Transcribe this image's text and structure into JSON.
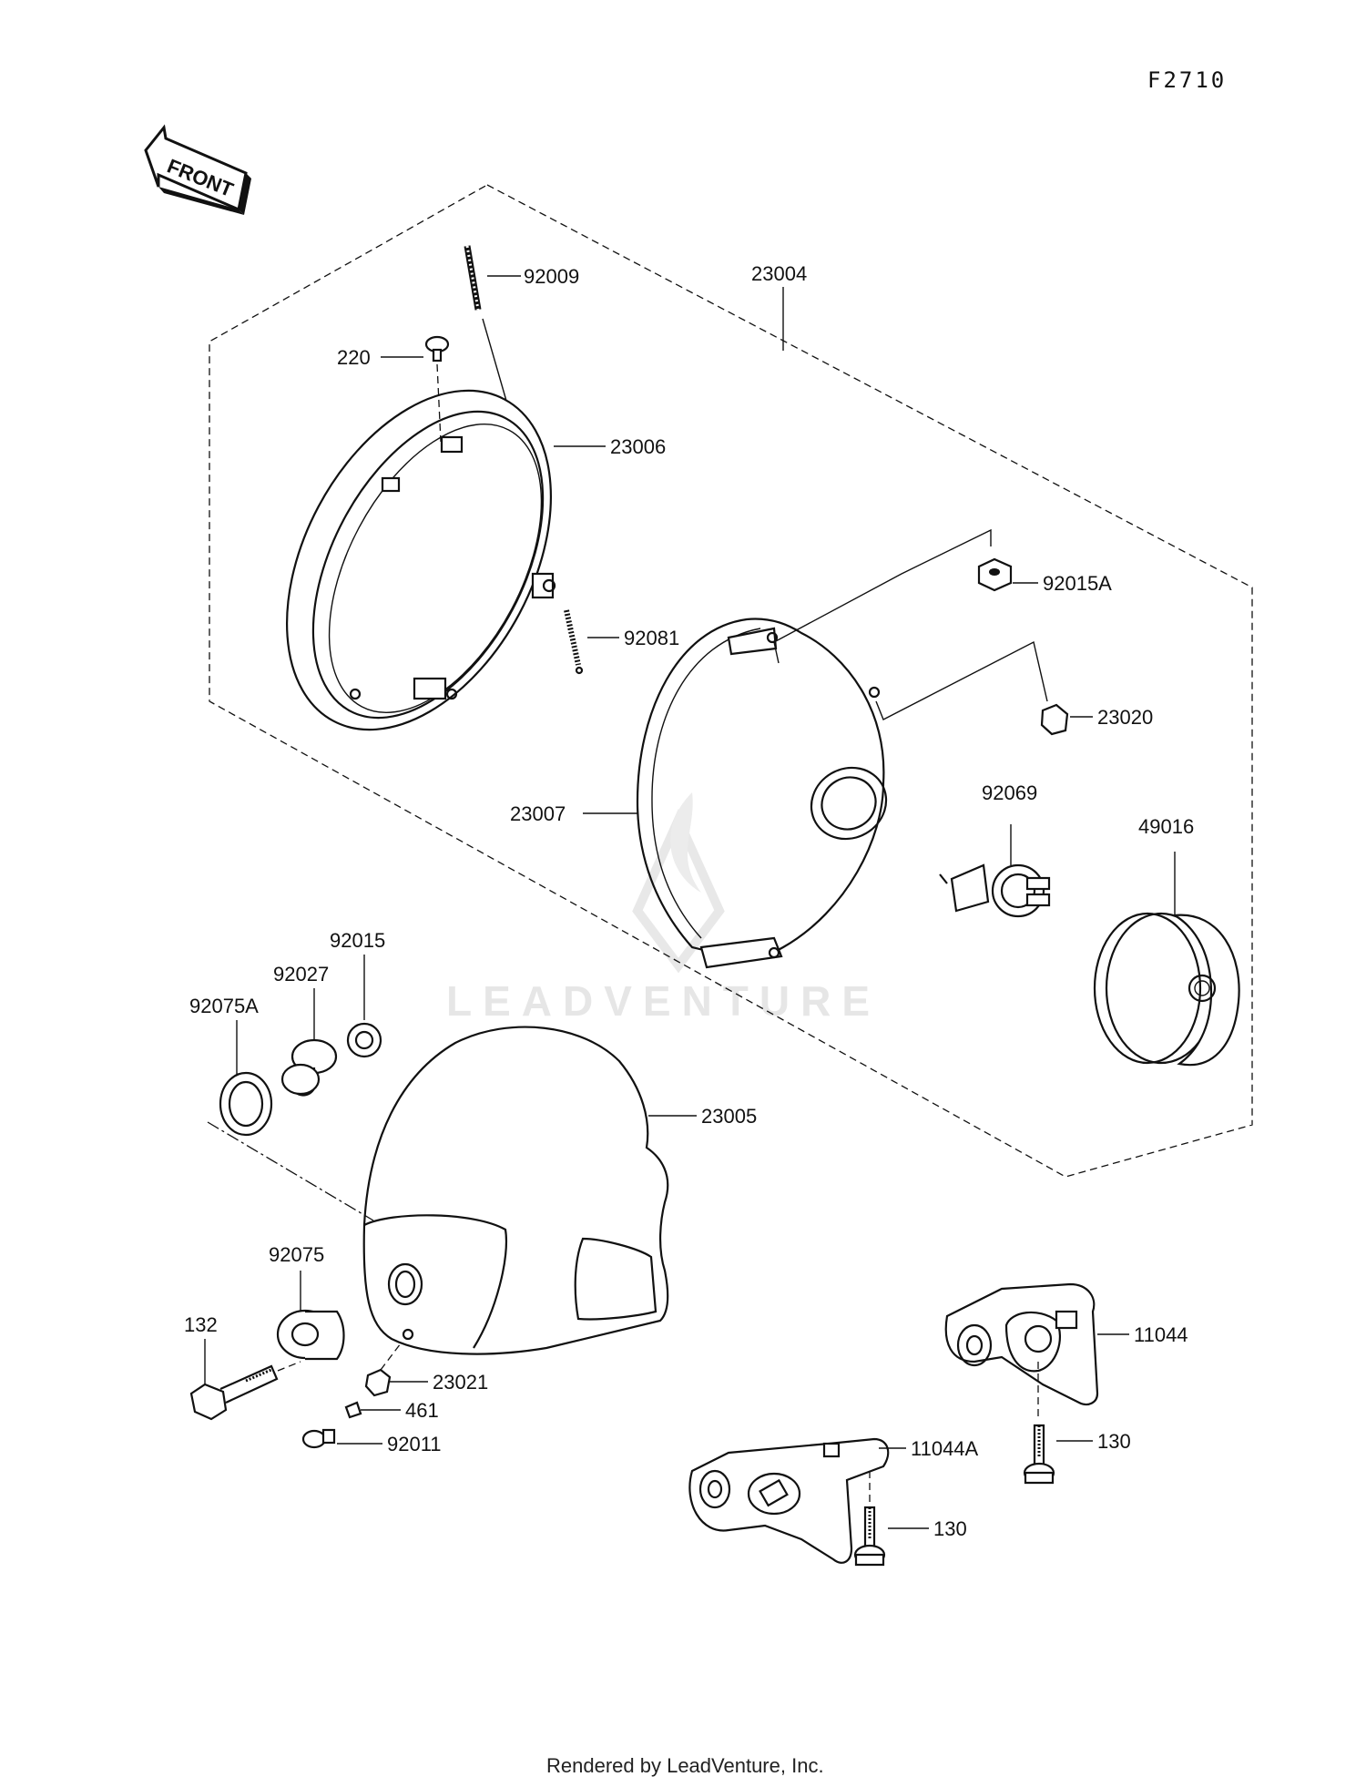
{
  "diagram": {
    "code": "F2710",
    "front_label": "FRONT",
    "watermark": "LEADVENTURE",
    "footer": "Rendered by LeadVenture, Inc.",
    "parts": {
      "p92009": "92009",
      "p23004": "23004",
      "p220": "220",
      "p23006": "23006",
      "p92015A": "92015A",
      "p92081": "92081",
      "p23020": "23020",
      "p92069": "92069",
      "p49016": "49016",
      "p23007": "23007",
      "p92015": "92015",
      "p92027": "92027",
      "p92075A": "92075A",
      "p23005": "23005",
      "p92075": "92075",
      "p132": "132",
      "p23021": "23021",
      "p461": "461",
      "p92011": "92011",
      "p11044": "11044",
      "p130a": "130",
      "p11044A": "11044A",
      "p130b": "130"
    }
  }
}
